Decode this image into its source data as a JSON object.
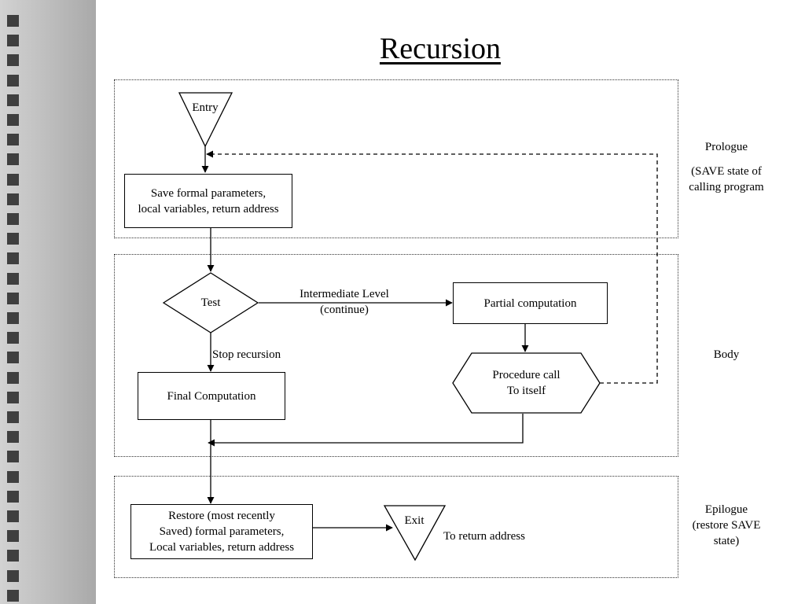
{
  "slide": {
    "title": "Recursion"
  },
  "sections": {
    "prologue": {
      "label": "Prologue",
      "note": "(SAVE state of calling program"
    },
    "body": {
      "label": "Body"
    },
    "epilogue": {
      "label_lines": [
        "Epilogue",
        "(restore SAVE",
        "state)"
      ]
    }
  },
  "nodes": {
    "entry": "Entry",
    "save": [
      "Save formal parameters,",
      "local variables, return address"
    ],
    "test": "Test",
    "partial": "Partial computation",
    "procedure_call": [
      "Procedure call",
      "To itself"
    ],
    "final": "Final Computation",
    "restore": [
      "Restore (most recently",
      "Saved) formal parameters,",
      "Local variables, return address"
    ],
    "exit": "Exit"
  },
  "edges": {
    "intermediate": [
      "Intermediate Level",
      "(continue)"
    ],
    "stop": "Stop recursion",
    "return": "To return address"
  },
  "colors": {
    "sidebar_square": "#3f3f3f",
    "line": "#000000"
  }
}
